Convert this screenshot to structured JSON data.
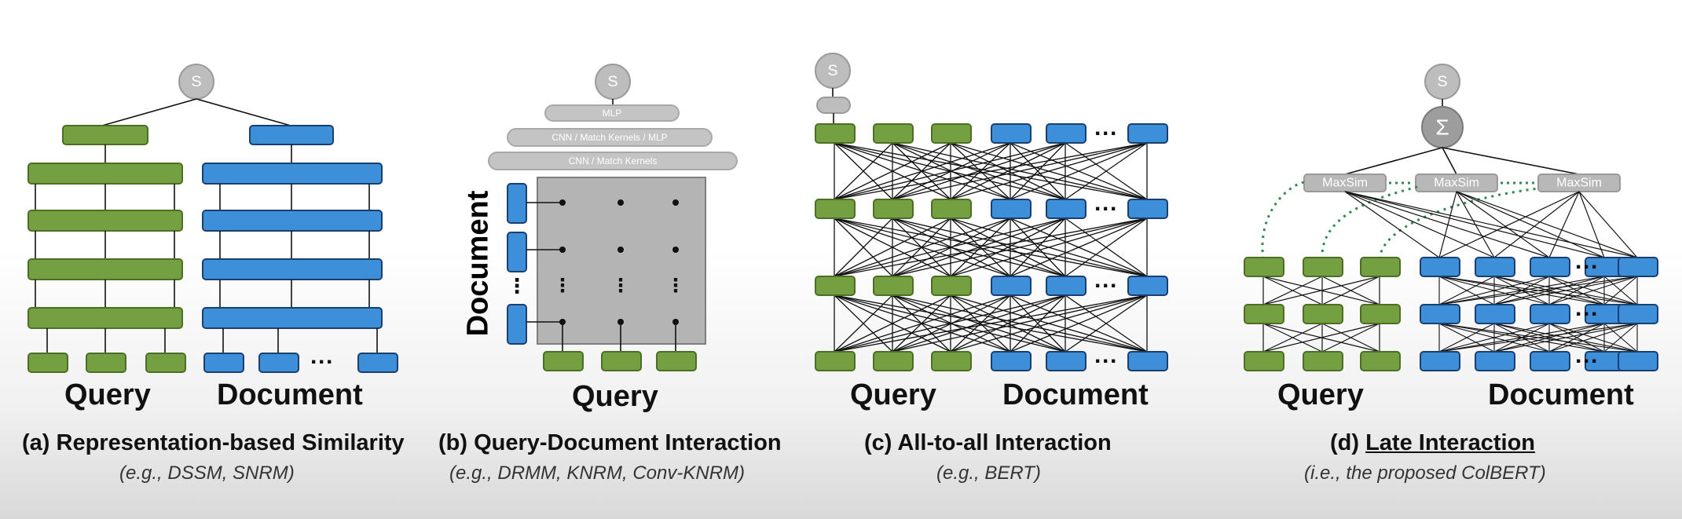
{
  "colors": {
    "green": "#75a042",
    "green_stroke": "#4d6e25",
    "blue": "#3c8fd8",
    "blue_stroke": "#1c3f72",
    "gray": "#b9b9b9",
    "gray_stroke": "#8e8e8e",
    "maxsim": "#b8b8b8",
    "dotted": "#2f8a50"
  },
  "panel_a": {
    "query": "Query",
    "document": "Document",
    "caption": "(a) Representation-based Similarity",
    "sub": "(e.g., DSSM, SNRM)",
    "score": "S",
    "ellipsis": "···"
  },
  "panel_b": {
    "query": "Query",
    "document": "Document",
    "caption": "(b) Query-Document Interaction",
    "sub": "(e.g., DRMM, KNRM, Conv-KNRM)",
    "score": "S",
    "mlp": "MLP",
    "layer2": "CNN / Match Kernels / MLP",
    "layer3": "CNN / Match Kernels"
  },
  "panel_c": {
    "query": "Query",
    "document": "Document",
    "caption": "(c) All-to-all Interaction",
    "sub": "(e.g., BERT)",
    "score": "S",
    "ellipsis": "···"
  },
  "panel_d": {
    "query": "Query",
    "document": "Document",
    "caption_prefix": "(d) ",
    "caption_underlined": "Late Interaction",
    "sub": "(i.e., the proposed ColBERT)",
    "score": "S",
    "sum": "Σ",
    "maxsim": "MaxSim",
    "ellipsis": "···"
  }
}
